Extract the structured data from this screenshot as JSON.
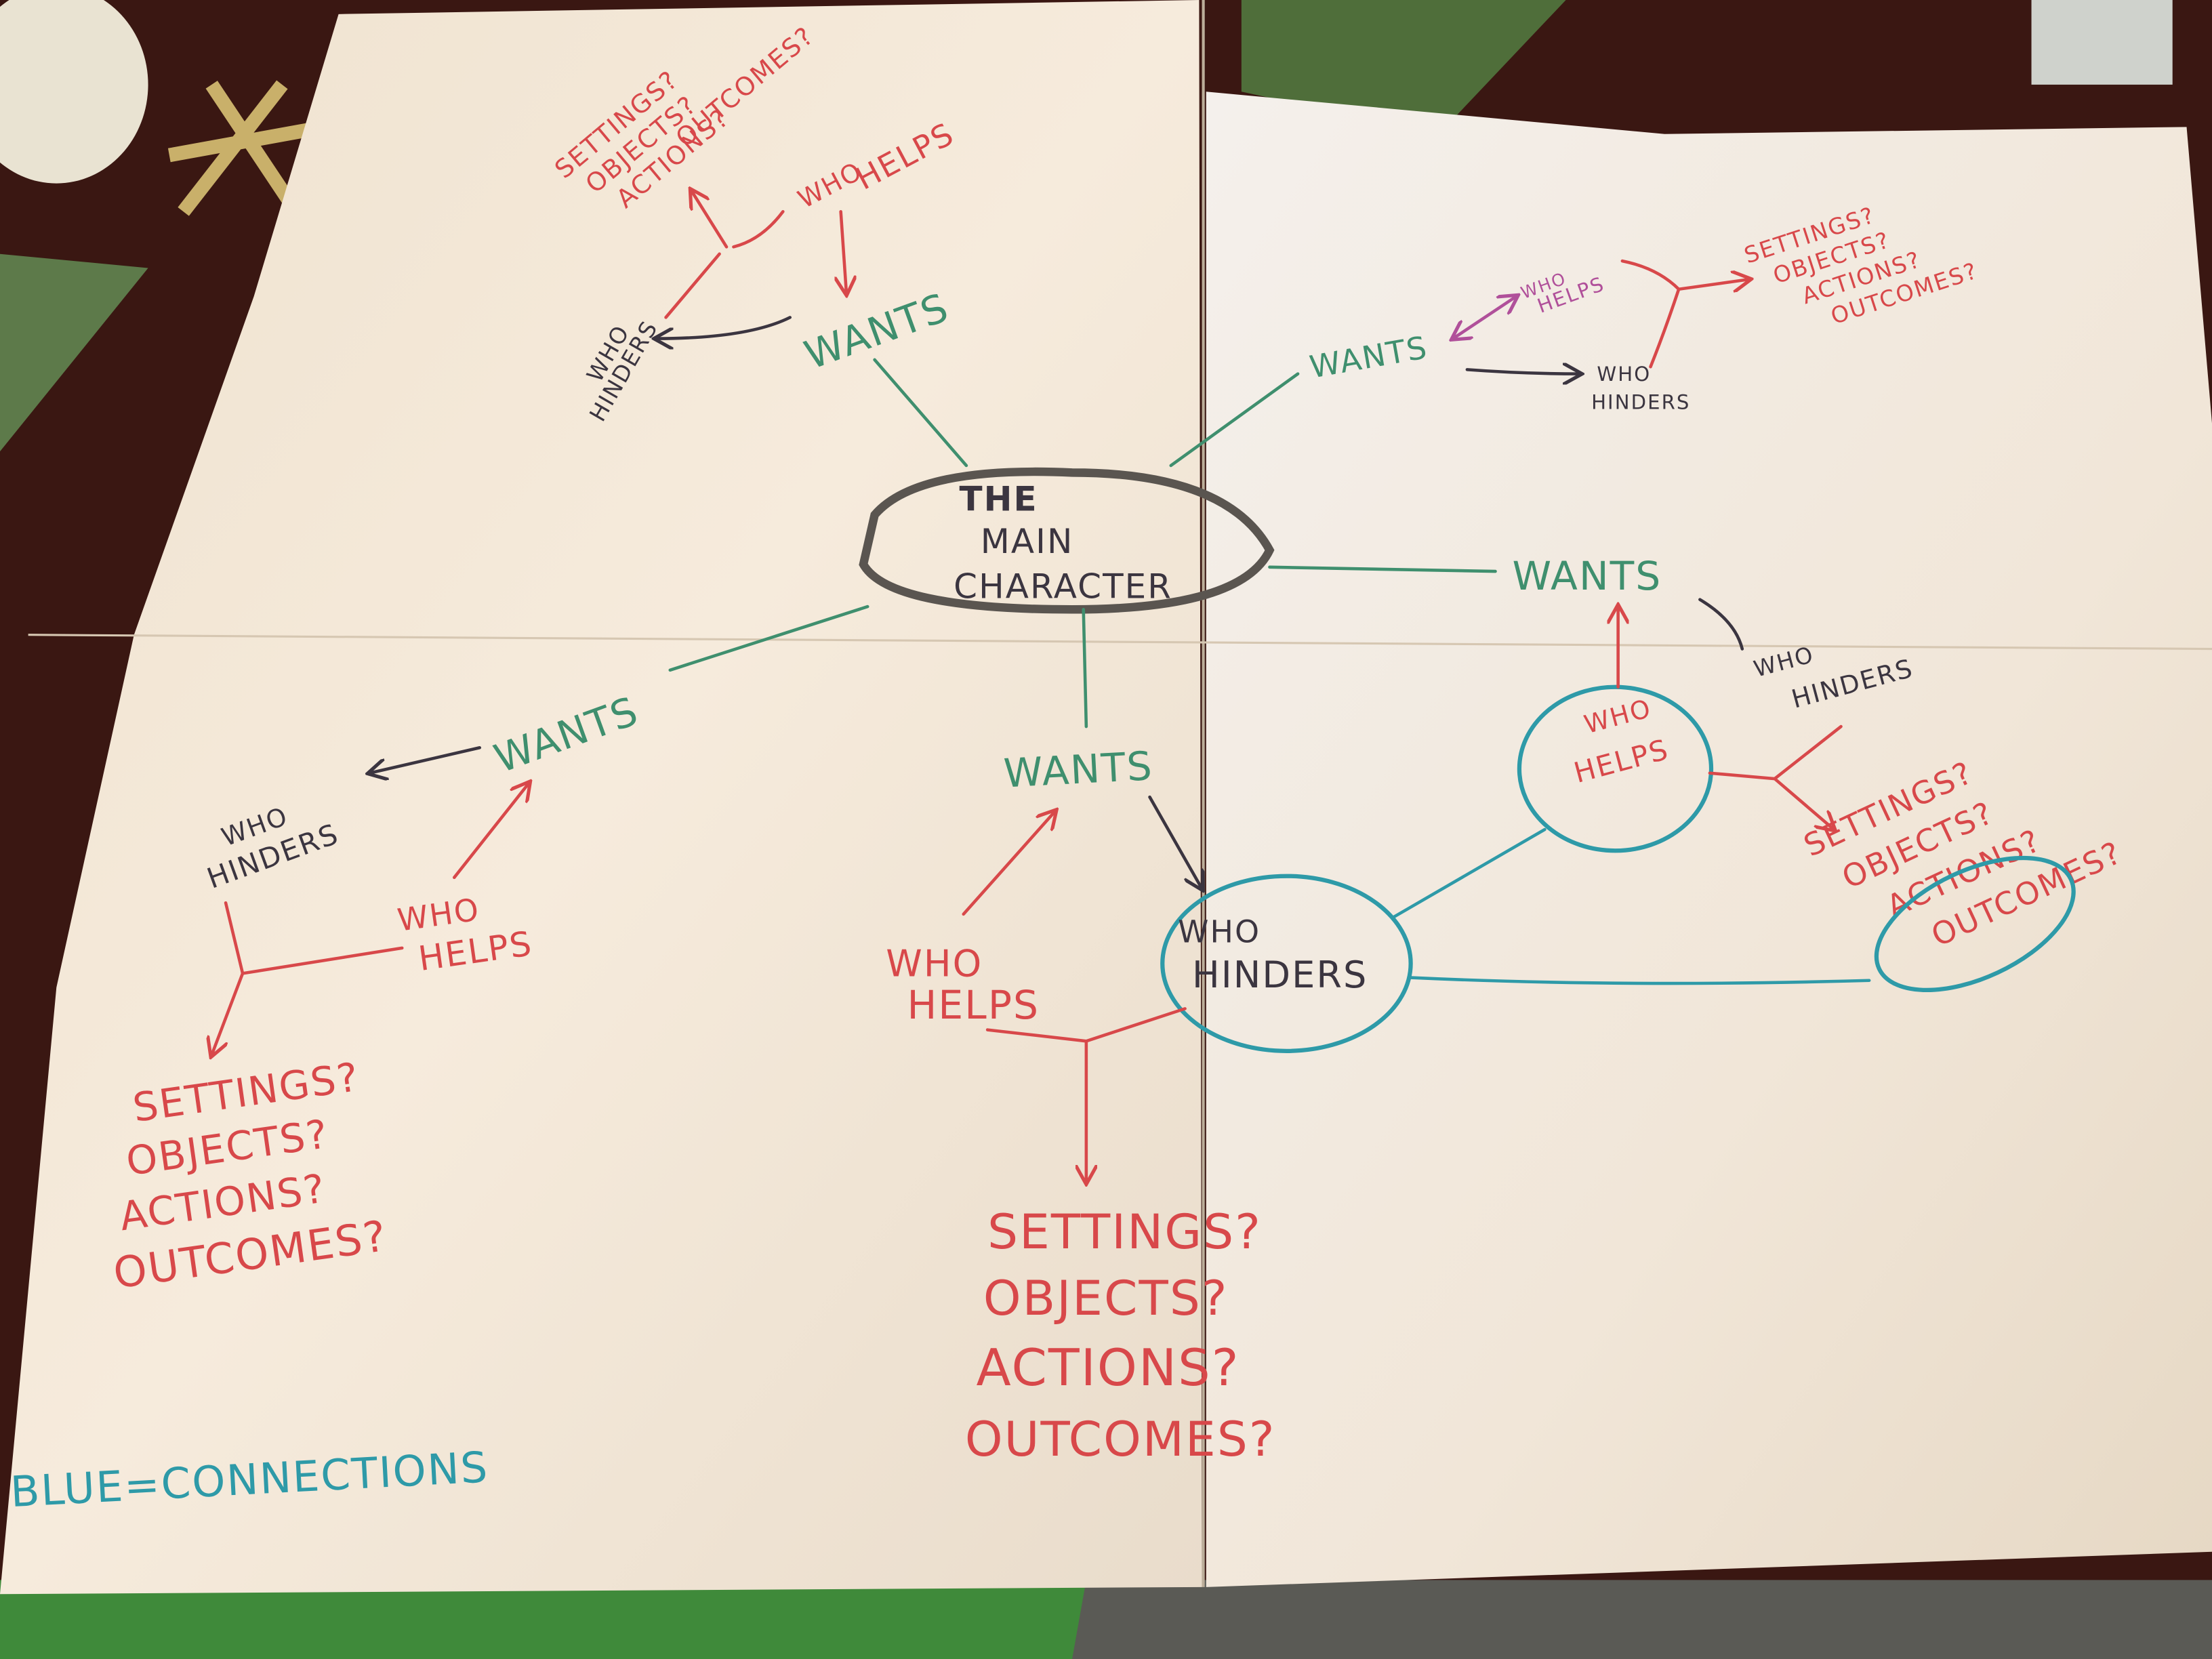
{
  "center": {
    "line1": "THE",
    "line2": "MAIN",
    "line3": "CHARACTER"
  },
  "wants": "WANTS",
  "who": "WHO",
  "helps": "HELPS",
  "hinders": "HINDERS",
  "questions": [
    "SETTINGS?",
    "OBJECTS?",
    "ACTIONS?",
    "OUTCOMES?"
  ],
  "legend": "BLUE=CONNECTIONS",
  "colors": {
    "wants": "#3f8f6e",
    "helps": "#d8484a",
    "hinders": "#3b3540",
    "connections": "#2e9aa8",
    "paper": "#f3e6d6"
  }
}
